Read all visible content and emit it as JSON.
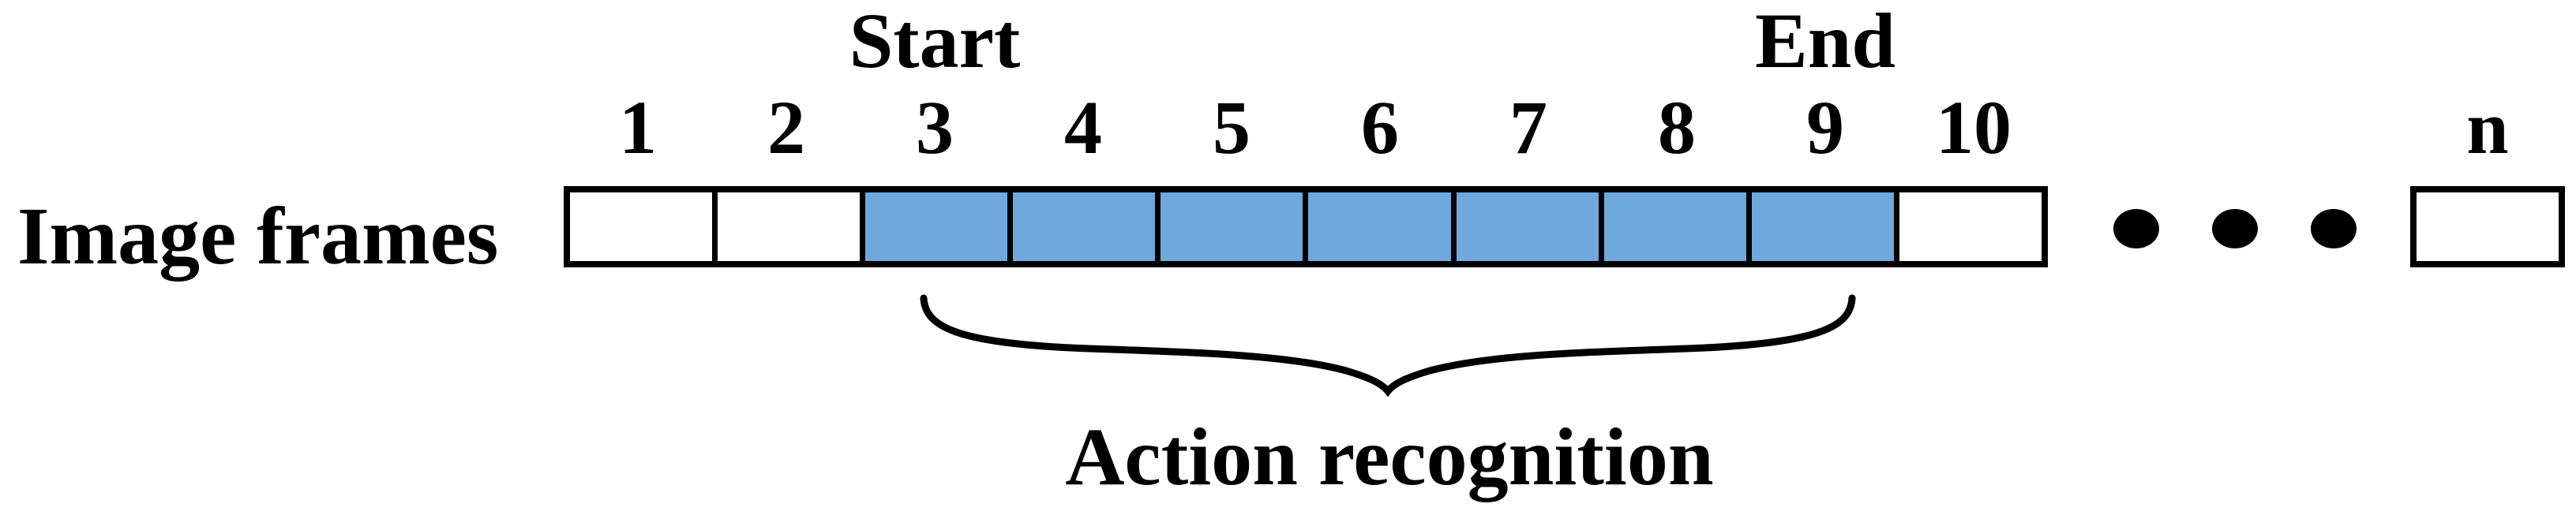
{
  "labels": {
    "row_label": "Image frames",
    "start": "Start",
    "end": "End",
    "brace_caption": "Action recognition",
    "ellipsis_box_label": "n"
  },
  "frames": [
    {
      "label": "1",
      "highlighted": false
    },
    {
      "label": "2",
      "highlighted": false
    },
    {
      "label": "3",
      "highlighted": true
    },
    {
      "label": "4",
      "highlighted": true
    },
    {
      "label": "5",
      "highlighted": true
    },
    {
      "label": "6",
      "highlighted": true
    },
    {
      "label": "7",
      "highlighted": true
    },
    {
      "label": "8",
      "highlighted": true
    },
    {
      "label": "9",
      "highlighted": true
    },
    {
      "label": "10",
      "highlighted": false
    }
  ],
  "highlight_range": {
    "start_frame": "3",
    "end_frame": "9"
  },
  "ellipsis_dot_count": 3,
  "colors": {
    "highlight": "#6EA8DC",
    "line": "#000000",
    "text": "#000000",
    "background": "#FFFFFF"
  }
}
